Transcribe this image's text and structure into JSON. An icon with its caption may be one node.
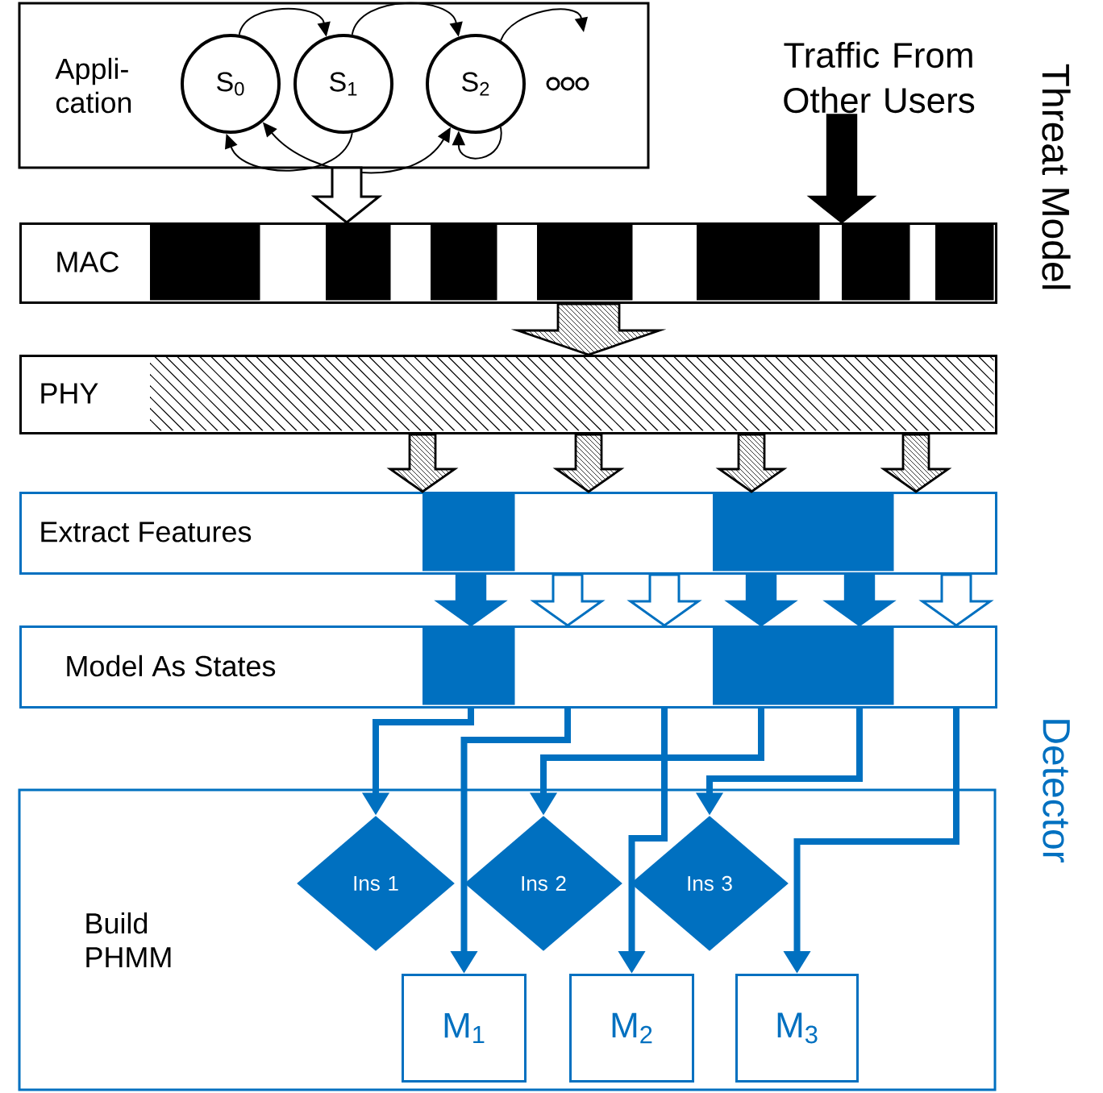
{
  "diagram": {
    "nodes": [
      {
        "text": [
          "Appli- cation"
        ]
      },
      {
        "text": [
          "S$_{0}$"
        ],
        "in": 0
      },
      {
        "text": [
          "S$_{1}$"
        ],
        "in": 0
      },
      {
        "text": [
          "S$_{2}$"
        ],
        "in": 0
      },
      {
        "text": [
          "Traffic From Other Users"
        ]
      },
      {
        "text": [
          "MAC"
        ]
      },
      {
        "text": [
          "PHY"
        ]
      },
      {
        "text": [
          "Extract Features"
        ]
      },
      {
        "text": [
          "Model As States"
        ]
      },
      {
        "text": [
          "Build PHMM"
        ]
      },
      {
        "text": [
          "Ins 1"
        ],
        "in": 9
      },
      {
        "text": [
          "Ins 2"
        ],
        "in": 9
      },
      {
        "text": [
          "Ins 3"
        ],
        "in": 9
      },
      {
        "text": [
          "M$_{1}$"
        ],
        "in": 9
      },
      {
        "text": [
          "M$_{2}$"
        ],
        "in": 9
      },
      {
        "text": [
          "M$_{3}$"
        ],
        "in": 9
      }
    ],
    "edges": [
      {
        "from": 1,
        "to": 2,
        "arrow": "to"
      },
      {
        "from": 2,
        "to": 3,
        "arrow": "to"
      },
      {
        "from": 3,
        "to": null,
        "arrow": "to"
      },
      {
        "from": 2,
        "to": 1,
        "arrow": "to"
      },
      {
        "from": 1,
        "to": 3,
        "arrow": "both"
      },
      {
        "from": 3,
        "to": 3,
        "arrow": "to"
      },
      {
        "from": 0,
        "to": 5,
        "arrow": "to"
      },
      {
        "from": 4,
        "to": 5,
        "arrow": "to"
      },
      {
        "from": 5,
        "to": 6,
        "arrow": "to"
      },
      {
        "from": 6,
        "to": 7,
        "arrow": "to"
      },
      {
        "from": 6,
        "to": 7,
        "arrow": "to"
      },
      {
        "from": 6,
        "to": 7,
        "arrow": "to"
      },
      {
        "from": 6,
        "to": 7,
        "arrow": "to"
      },
      {
        "from": 7,
        "to": 8,
        "arrow": "to",
        "color": "#0070c0"
      },
      {
        "from": 7,
        "to": 8,
        "arrow": "to",
        "color": "#0070c0"
      },
      {
        "from": 7,
        "to": 8,
        "arrow": "to",
        "color": "#0070c0"
      },
      {
        "from": 7,
        "to": 8,
        "arrow": "to",
        "color": "#0070c0"
      },
      {
        "from": 7,
        "to": 8,
        "arrow": "to",
        "color": "#0070c0"
      },
      {
        "from": 7,
        "to": 8,
        "arrow": "to",
        "color": "#0070c0"
      },
      {
        "from": 8,
        "to": 10,
        "arrow": "to",
        "style": "thick",
        "color": "#0070c0"
      },
      {
        "from": 8,
        "to": 13,
        "arrow": "to",
        "style": "thick",
        "color": "#0070c0"
      },
      {
        "from": 8,
        "to": 14,
        "arrow": "to",
        "style": "thick",
        "color": "#0070c0"
      },
      {
        "from": 8,
        "to": 11,
        "arrow": "to",
        "style": "thick",
        "color": "#0070c0"
      },
      {
        "from": 8,
        "to": 12,
        "arrow": "to",
        "style": "thick",
        "color": "#0070c0"
      },
      {
        "from": 8,
        "to": 15,
        "arrow": "to",
        "style": "thick",
        "color": "#0070c0"
      }
    ],
    "labels": [
      "Threat Model",
      "Detector"
    ]
  }
}
